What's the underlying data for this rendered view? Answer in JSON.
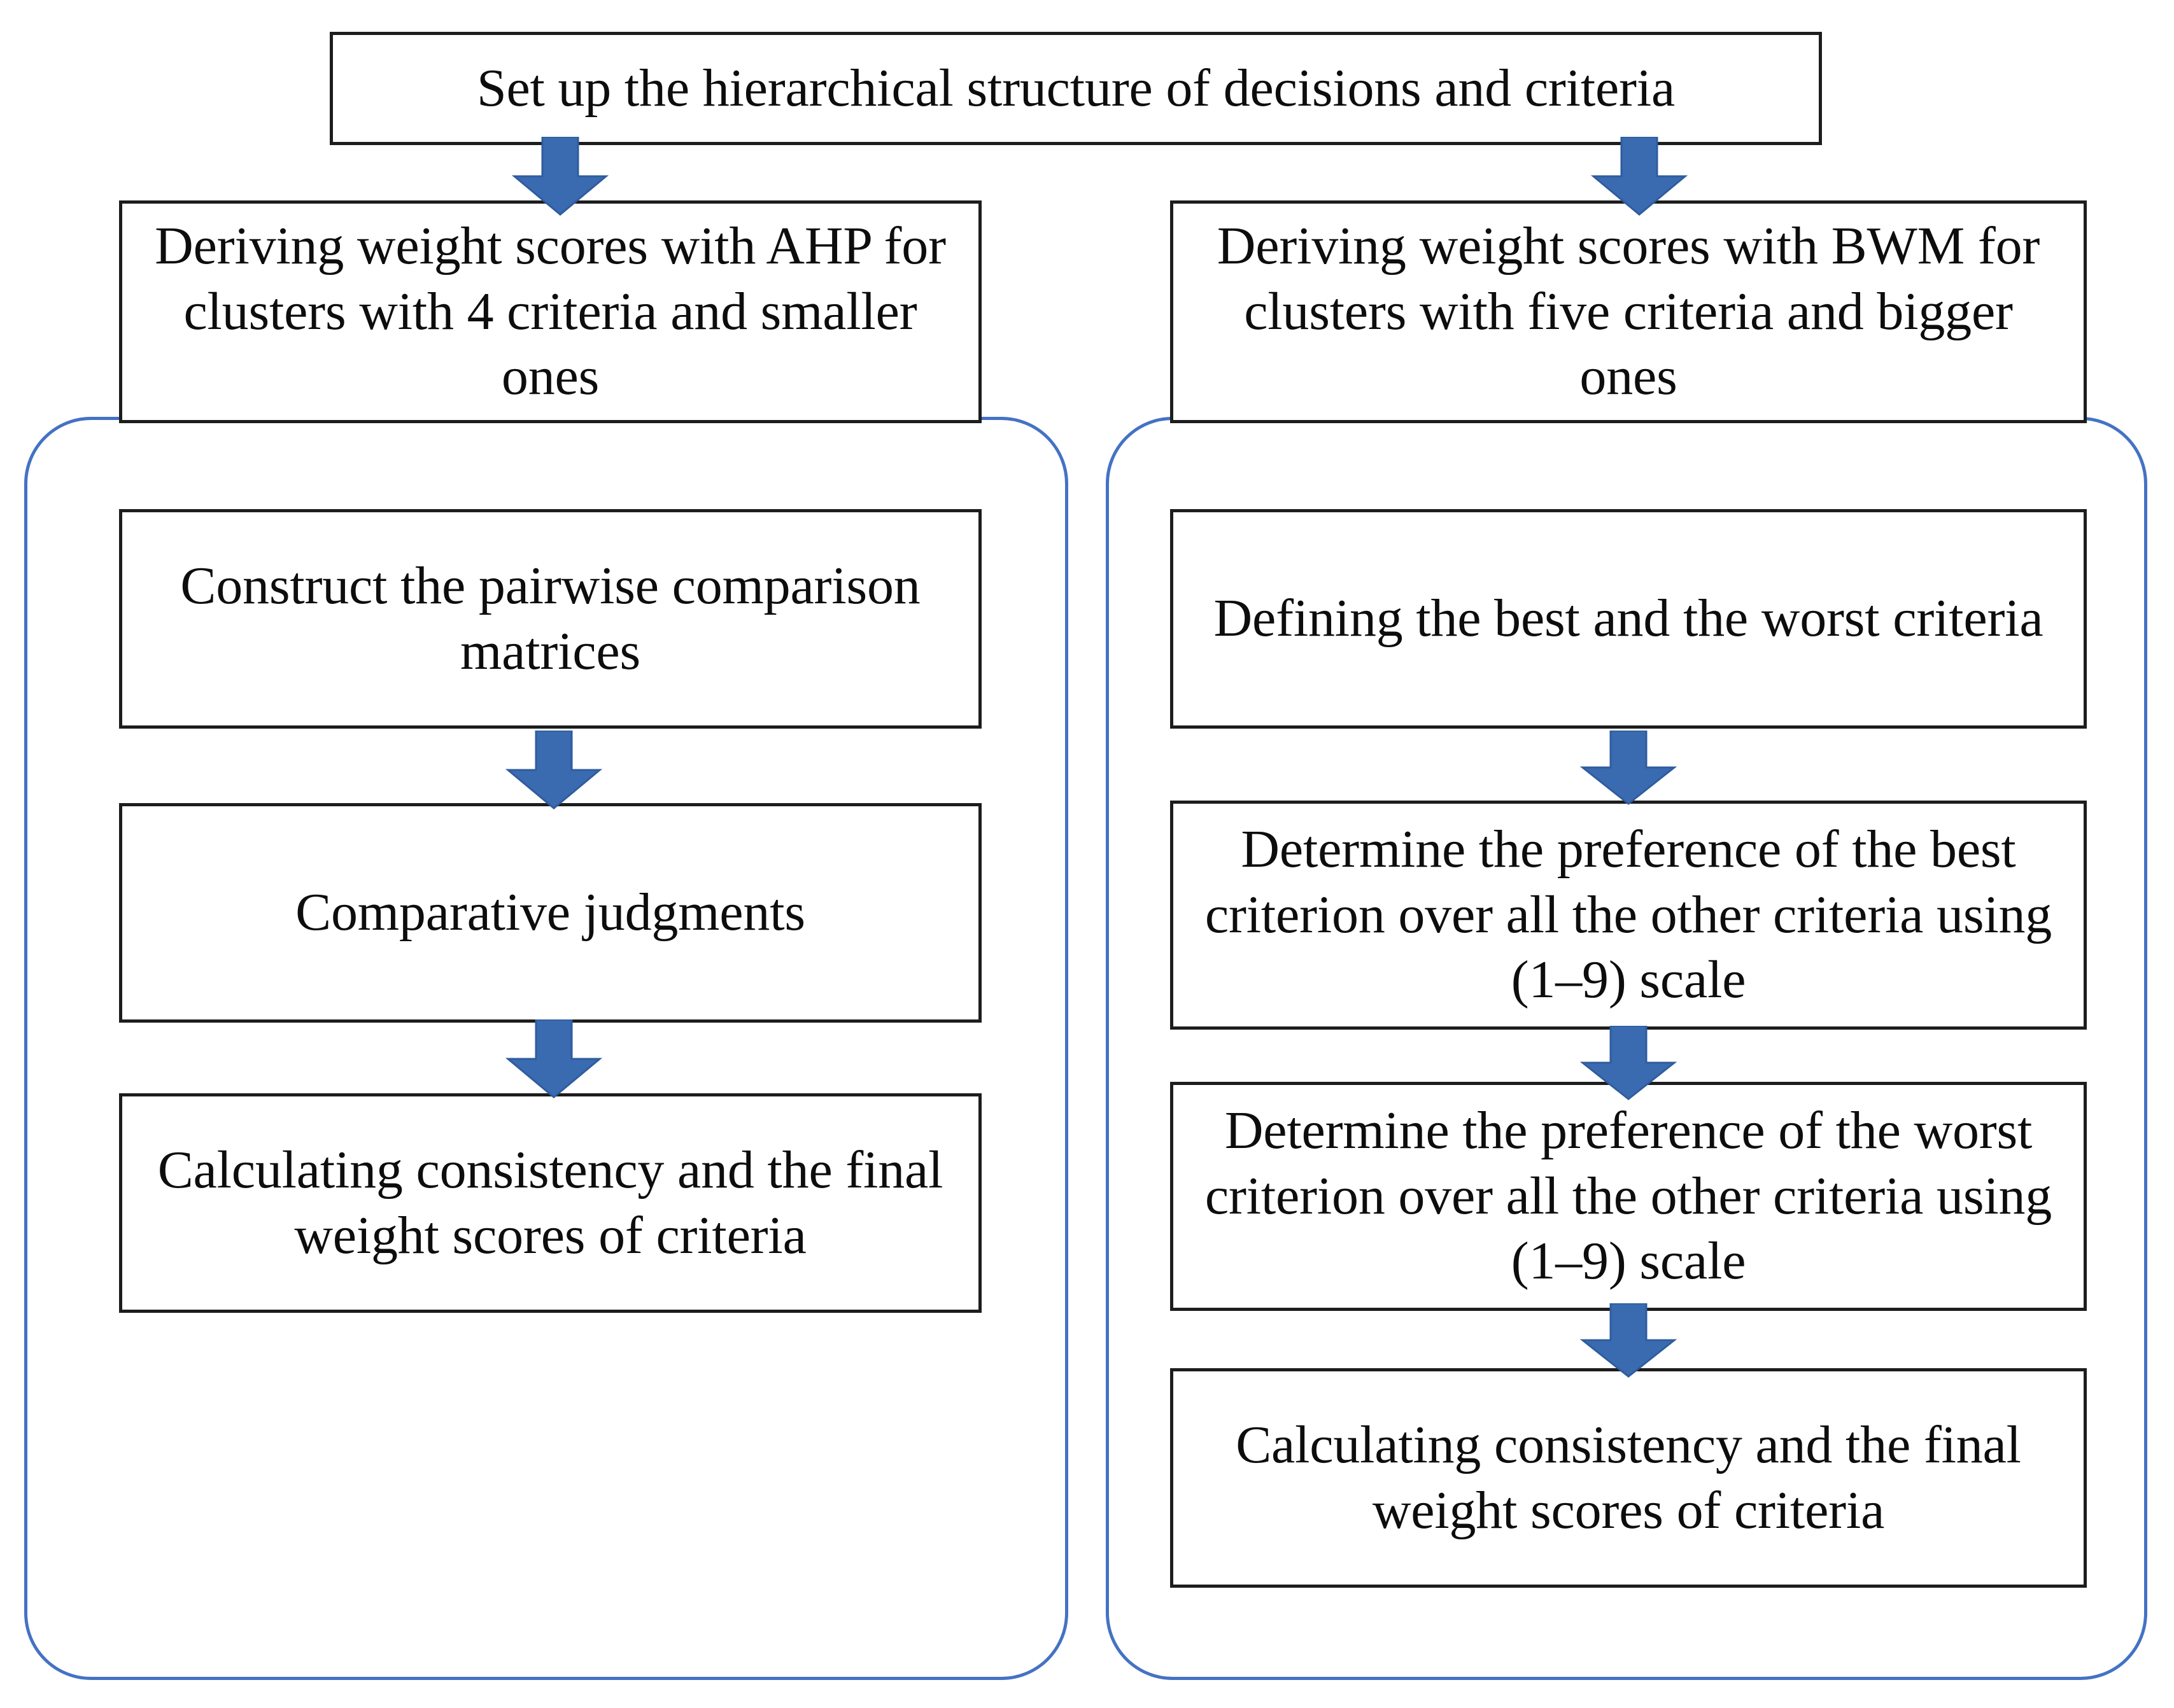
{
  "diagram": {
    "title_box": {
      "label": "Set up the hierarchical structure of decisions and criteria"
    },
    "branches": [
      {
        "id": "ahp",
        "header": "Deriving weight scores with AHP for clusters with 4 criteria and smaller ones",
        "steps": [
          "Construct the pairwise comparison matrices",
          "Comparative judgments",
          "Calculating consistency and the final weight scores of criteria"
        ]
      },
      {
        "id": "bwm",
        "header": "Deriving weight scores with BWM for clusters with five criteria and bigger ones",
        "steps": [
          "Defining the best and the worst criteria",
          "Determine the preference of the best criterion over all the other criteria using (1–9) scale",
          "Determine the preference of the worst criterion over all the other criteria using (1–9) scale",
          "Calculating consistency and the final weight scores of criteria"
        ]
      }
    ],
    "colors": {
      "arrow_fill": "#3a6bb0",
      "arrow_stroke": "#2f5c9e",
      "group_border": "#4472C4",
      "box_border": "#1d1d1d",
      "background": "#ffffff",
      "text": "#0d0d0d"
    },
    "icons": {
      "arrow": "down-arrow-icon"
    }
  }
}
